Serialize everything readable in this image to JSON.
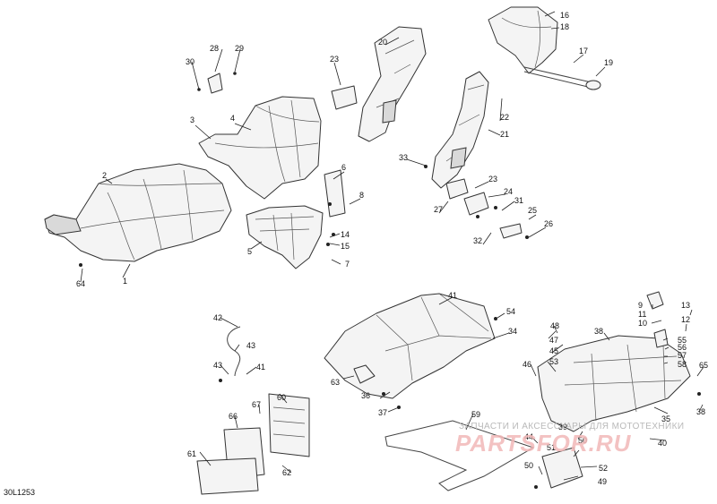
{
  "diagram": {
    "code": "30L1253",
    "watermark": {
      "text": "ЗАПЧАСТИ И АКСЕССУАРЫ ДЛЯ МОТОТЕХНИКИ",
      "logo": "PARTSFOR.RU"
    },
    "callouts": [
      "1",
      "2",
      "3",
      "4",
      "5",
      "6",
      "7",
      "8",
      "9",
      "10",
      "11",
      "12",
      "13",
      "14",
      "15",
      "16",
      "17",
      "18",
      "19",
      "20",
      "21",
      "22",
      "23",
      "23",
      "24",
      "25",
      "26",
      "27",
      "28",
      "29",
      "30",
      "31",
      "32",
      "33",
      "34",
      "35",
      "36",
      "37",
      "38",
      "38",
      "39",
      "40",
      "41",
      "41",
      "42",
      "43",
      "43",
      "44",
      "45",
      "46",
      "47",
      "48",
      "49",
      "50",
      "50",
      "51",
      "52",
      "53",
      "54",
      "55",
      "56",
      "57",
      "58",
      "59",
      "60",
      "61",
      "62",
      "63",
      "64",
      "65",
      "66",
      "67"
    ]
  }
}
